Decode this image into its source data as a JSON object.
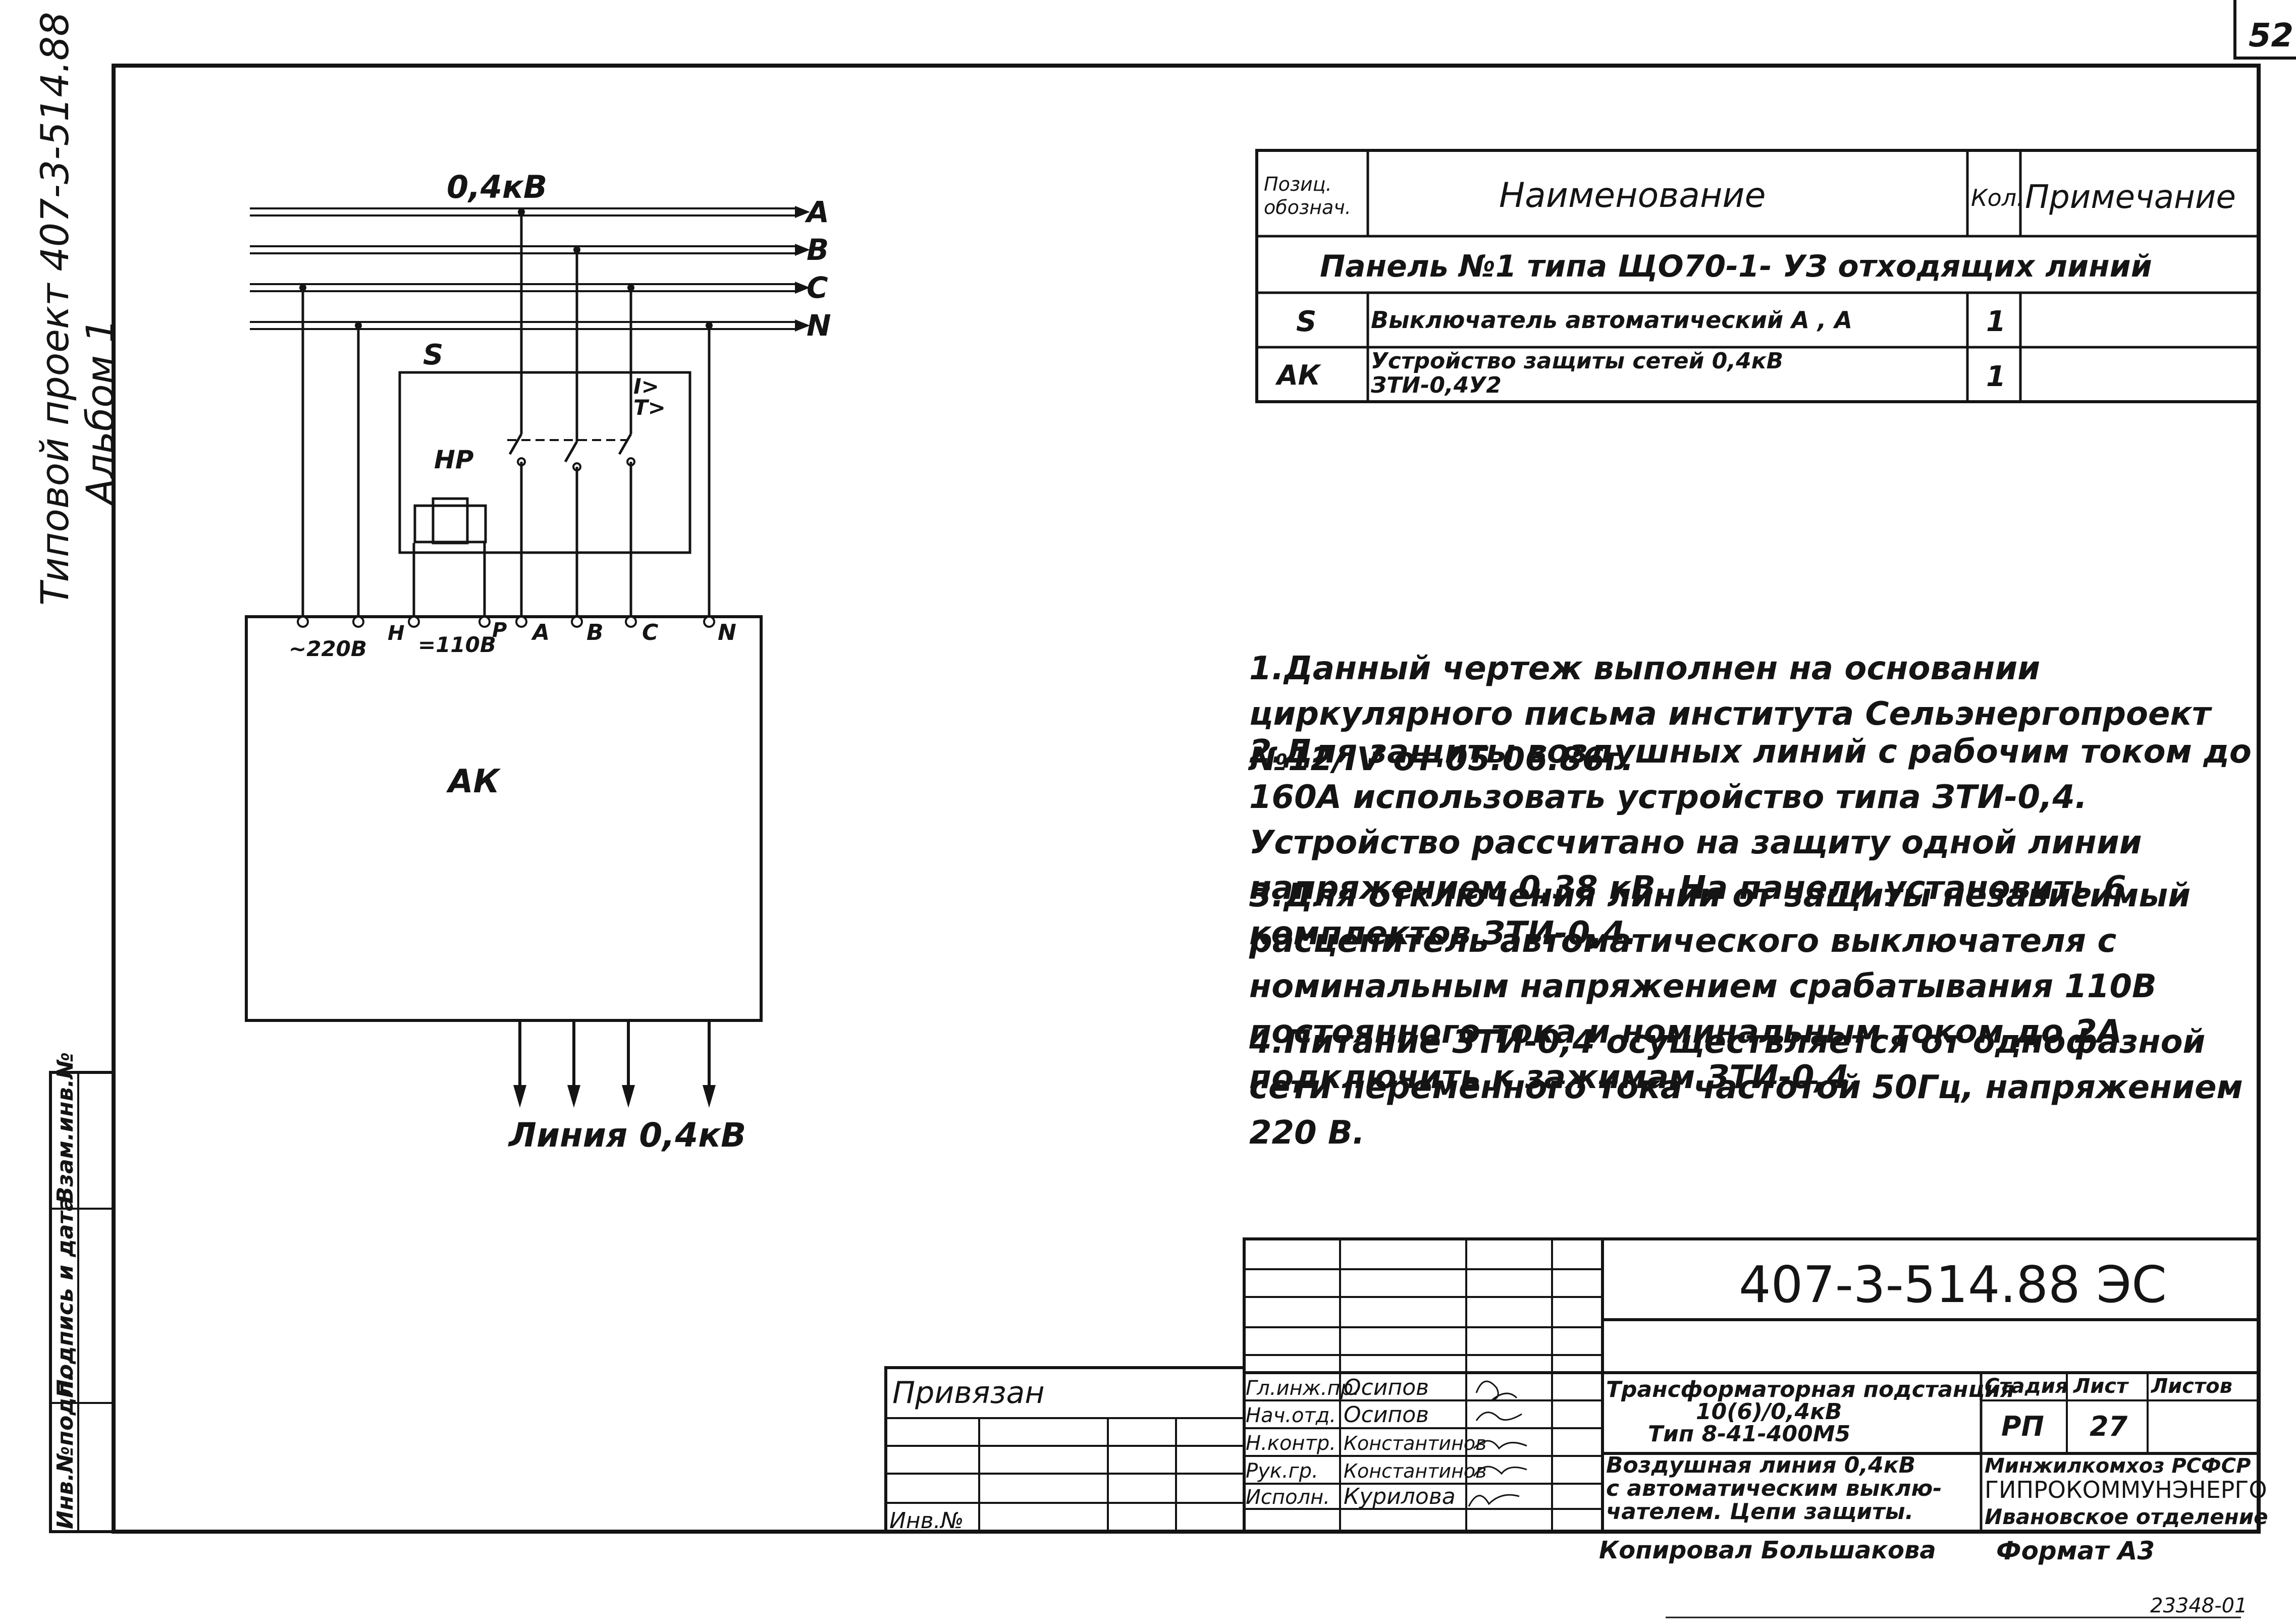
{
  "sheet_number": "52",
  "side_title": {
    "line1": "Типовой проект 407-3-514.88",
    "line2": "Альбом 1"
  },
  "side_stamp": {
    "inv_podl": "Инв.№подл.",
    "podpis_data": "Подпись и дата",
    "vzam_inv": "Взам.инв.№"
  },
  "diagram": {
    "bus_voltage": "0,4кВ",
    "bus_labels": [
      "A",
      "B",
      "C",
      "N"
    ],
    "breaker_label": "S",
    "trip_label_1": "I>",
    "trip_label_2": "T>",
    "coil_label": "НР",
    "device_label": "АК",
    "terminal_labels": {
      "t220": "~220В",
      "h": "Н",
      "h110": "=110В",
      "p": "Р",
      "a": "A",
      "b": "B",
      "c": "C",
      "n": "N"
    },
    "line_label": "Линия 0,4кВ"
  },
  "spec_table": {
    "headers": {
      "pos": "Позиц. обознач.",
      "name": "Наименование",
      "qty": "Кол.",
      "note": "Примечание"
    },
    "group_row": "Панель №1 типа ЩО70-1-   УЗ отходящих линий",
    "rows": [
      {
        "pos": "S",
        "name": "Выключатель автоматический А    ,    А",
        "qty": "1",
        "note": ""
      },
      {
        "pos": "АК",
        "name": "Устройство защиты сетей 0,4кВ ЗТИ-0,4У2",
        "qty": "1",
        "note": ""
      }
    ]
  },
  "notes": [
    "1.Данный чертеж выполнен на основании циркулярного письма института Сельэнергопроект №12/IV от 05.06.86г.",
    "2.Для защиты воздушных линий с рабочим током до 160А использовать устройство типа ЗТИ-0,4. Устройство рассчитано на защиту одной линии напряжением 0,38 кВ. На панели установить 6 комплектов ЗТИ-0,4.",
    "3.Для отключения линии от защиты независимый расцепитель автоматического выключателя с номинальным напряжением срабатывания 110В постоянного тока и номинальным током до 2А подключить к зажимам ЗТИ-0,4.",
    "4.Питание ЗТИ-0,4 осуществляется от однофазной сети переменного тока частотой 50Гц, напряжением 220 В."
  ],
  "title_block": {
    "designation": "407-3-514.88 ЭС",
    "project_title": "Трансформаторная подстанция 10(6)/0,4кВ Тип 8-41-400М5",
    "sheet_title": "Воздушная линия 0,4кВ с автоматическим выключателем. Цепи защиты.",
    "stage_header": "Стадия",
    "sheet_header": "Лист",
    "sheets_header": "Листов",
    "stage": "РП",
    "sheet": "27",
    "organization_1": "Минжилкомхоз РСФСР",
    "organization_2": "ГИПРОКОММУНЭНЕРГО",
    "organization_3": "Ивановское отделение",
    "copied_by": "Копировал Большакова",
    "format": "Формат А3",
    "privyazan": "Привязан",
    "inv_no": "Инв.№",
    "staff": [
      {
        "role": "Гл.инж.пр.",
        "name": "Осипов"
      },
      {
        "role": "Нач.отд.",
        "name": "Осипов"
      },
      {
        "role": "Н.контр.",
        "name": "Константинов"
      },
      {
        "role": "Рук.гр.",
        "name": "Константинов"
      },
      {
        "role": "Исполн.",
        "name": "Курилова"
      }
    ]
  },
  "archive_number": "23348-01"
}
